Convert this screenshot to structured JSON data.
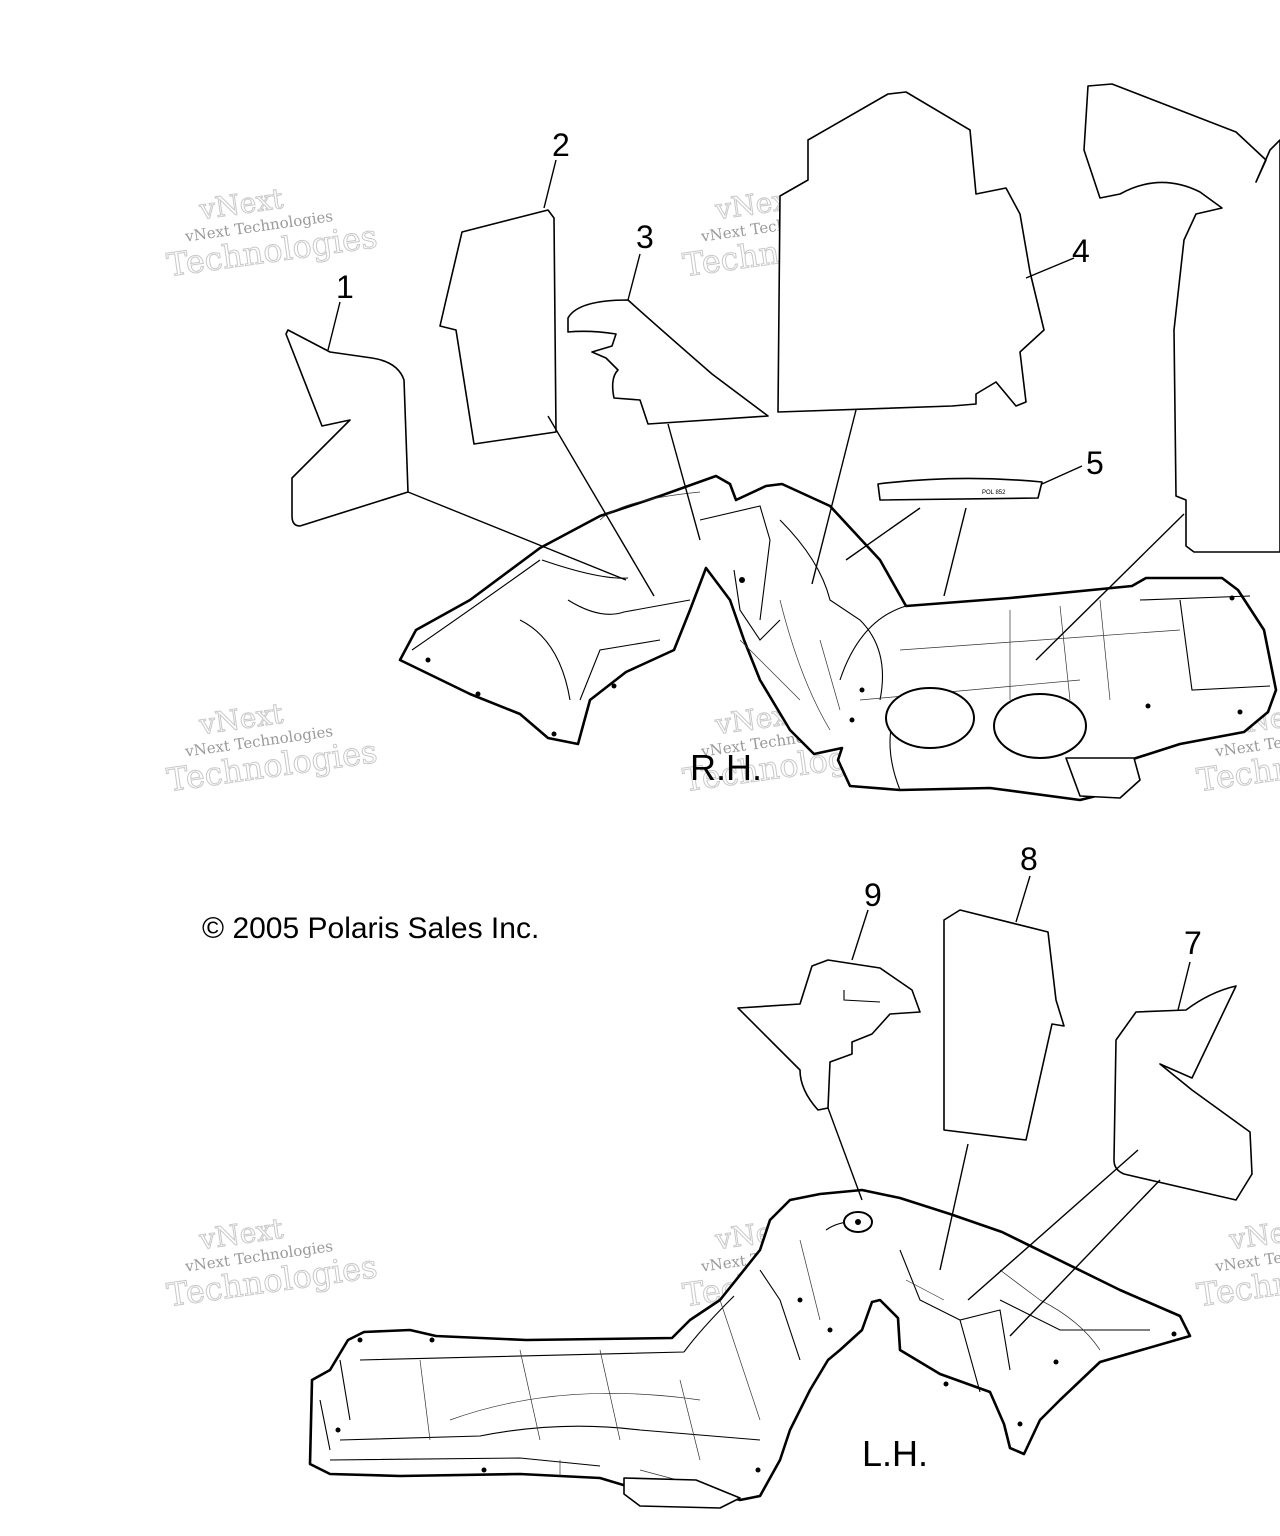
{
  "callouts": [
    "1",
    "2",
    "3",
    "4",
    "5",
    "7",
    "8",
    "9"
  ],
  "labels": {
    "rh": "R.H.",
    "lh": "L.H.",
    "copyright": "© 2005 Polaris Sales Inc.",
    "decal_text": "POL 852"
  },
  "watermark": {
    "small": "vNext Technologies",
    "large_top": "vNext",
    "large_bottom": "Technologies"
  }
}
